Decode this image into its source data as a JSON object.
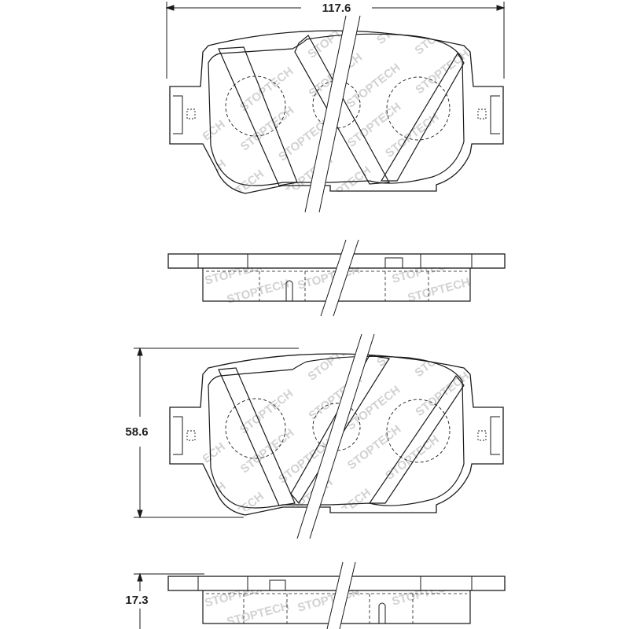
{
  "dimensions": {
    "width": "117.6",
    "height": "58.6",
    "thickness": "17.3"
  },
  "watermark": {
    "brand": "STOPTECH"
  },
  "colors": {
    "line": "#1a1a1a",
    "watermark": "#d2d2d2",
    "background": "#ffffff"
  }
}
